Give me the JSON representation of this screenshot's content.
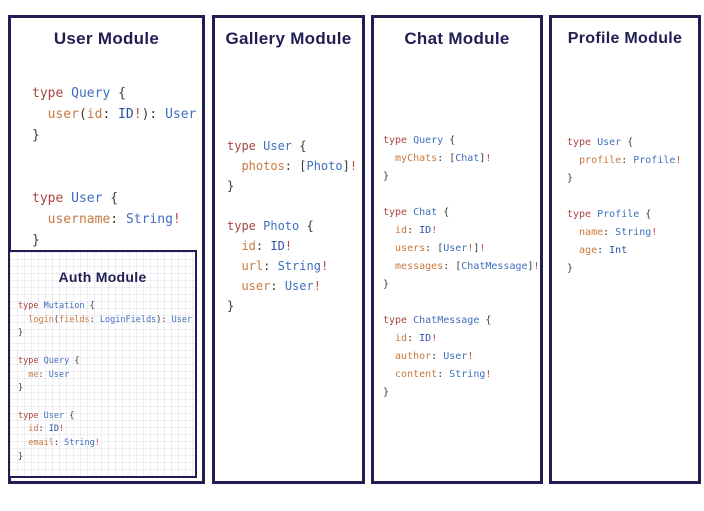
{
  "colors": {
    "navy": "#201e52",
    "keyword": "#a94440",
    "type": "#3f6fbe",
    "scalar": "#2d51a3",
    "field": "#c8793f",
    "punct": "#3b3b3b",
    "bang": "#c04b42"
  },
  "modules": [
    {
      "key": "user",
      "title": "User Module",
      "code": [
        [
          [
            "k",
            "type "
          ],
          [
            "t",
            "Query "
          ],
          [
            "p",
            "{"
          ]
        ],
        [
          [
            "f",
            "  user"
          ],
          [
            "p",
            "("
          ],
          [
            "f",
            "id"
          ],
          [
            "p",
            ": "
          ],
          [
            "s",
            "ID"
          ],
          [
            "b",
            "!"
          ],
          [
            "p",
            "): "
          ],
          [
            "t",
            "User"
          ]
        ],
        [
          [
            "p",
            "}"
          ]
        ],
        [],
        [],
        [
          [
            "k",
            "type "
          ],
          [
            "t",
            "User "
          ],
          [
            "p",
            "{"
          ]
        ],
        [
          [
            "f",
            "  username"
          ],
          [
            "p",
            ": "
          ],
          [
            "t",
            "String"
          ],
          [
            "b",
            "!"
          ]
        ],
        [
          [
            "p",
            "}"
          ]
        ]
      ]
    },
    {
      "key": "gallery",
      "title": "Gallery Module",
      "code": [
        [
          [
            "k",
            "type "
          ],
          [
            "t",
            "User "
          ],
          [
            "p",
            "{"
          ]
        ],
        [
          [
            "f",
            "  photos"
          ],
          [
            "p",
            ": ["
          ],
          [
            "t",
            "Photo"
          ],
          [
            "p",
            "]"
          ],
          [
            "b",
            "!"
          ]
        ],
        [
          [
            "p",
            "}"
          ]
        ],
        [],
        [
          [
            "k",
            "type "
          ],
          [
            "t",
            "Photo "
          ],
          [
            "p",
            "{"
          ]
        ],
        [
          [
            "f",
            "  id"
          ],
          [
            "p",
            ": "
          ],
          [
            "s",
            "ID"
          ],
          [
            "b",
            "!"
          ]
        ],
        [
          [
            "f",
            "  url"
          ],
          [
            "p",
            ": "
          ],
          [
            "t",
            "String"
          ],
          [
            "b",
            "!"
          ]
        ],
        [
          [
            "f",
            "  user"
          ],
          [
            "p",
            ": "
          ],
          [
            "t",
            "User"
          ],
          [
            "b",
            "!"
          ]
        ],
        [
          [
            "p",
            "}"
          ]
        ]
      ]
    },
    {
      "key": "chat",
      "title": "Chat Module",
      "code": [
        [
          [
            "k",
            "type "
          ],
          [
            "t",
            "Query "
          ],
          [
            "p",
            "{"
          ]
        ],
        [
          [
            "f",
            "  myChats"
          ],
          [
            "p",
            ": ["
          ],
          [
            "t",
            "Chat"
          ],
          [
            "p",
            "]"
          ],
          [
            "b",
            "!"
          ]
        ],
        [
          [
            "p",
            "}"
          ]
        ],
        [],
        [
          [
            "k",
            "type "
          ],
          [
            "t",
            "Chat "
          ],
          [
            "p",
            "{"
          ]
        ],
        [
          [
            "f",
            "  id"
          ],
          [
            "p",
            ": "
          ],
          [
            "s",
            "ID"
          ],
          [
            "b",
            "!"
          ]
        ],
        [
          [
            "f",
            "  users"
          ],
          [
            "p",
            ": ["
          ],
          [
            "t",
            "User"
          ],
          [
            "b",
            "!"
          ],
          [
            "p",
            "]"
          ],
          [
            "b",
            "!"
          ]
        ],
        [
          [
            "f",
            "  messages"
          ],
          [
            "p",
            ": ["
          ],
          [
            "t",
            "ChatMessage"
          ],
          [
            "p",
            "]"
          ],
          [
            "b",
            "!"
          ]
        ],
        [
          [
            "p",
            "}"
          ]
        ],
        [],
        [
          [
            "k",
            "type "
          ],
          [
            "t",
            "ChatMessage "
          ],
          [
            "p",
            "{"
          ]
        ],
        [
          [
            "f",
            "  id"
          ],
          [
            "p",
            ": "
          ],
          [
            "s",
            "ID"
          ],
          [
            "b",
            "!"
          ]
        ],
        [
          [
            "f",
            "  author"
          ],
          [
            "p",
            ": "
          ],
          [
            "t",
            "User"
          ],
          [
            "b",
            "!"
          ]
        ],
        [
          [
            "f",
            "  content"
          ],
          [
            "p",
            ": "
          ],
          [
            "t",
            "String"
          ],
          [
            "b",
            "!"
          ]
        ],
        [
          [
            "p",
            "}"
          ]
        ]
      ]
    },
    {
      "key": "profile",
      "title": "Profile Module",
      "code": [
        [
          [
            "k",
            "type "
          ],
          [
            "t",
            "User "
          ],
          [
            "p",
            "{"
          ]
        ],
        [
          [
            "f",
            "  profile"
          ],
          [
            "p",
            ": "
          ],
          [
            "t",
            "Profile"
          ],
          [
            "b",
            "!"
          ]
        ],
        [
          [
            "p",
            "}"
          ]
        ],
        [],
        [
          [
            "k",
            "type "
          ],
          [
            "t",
            "Profile "
          ],
          [
            "p",
            "{"
          ]
        ],
        [
          [
            "f",
            "  name"
          ],
          [
            "p",
            ": "
          ],
          [
            "t",
            "String"
          ],
          [
            "b",
            "!"
          ]
        ],
        [
          [
            "f",
            "  age"
          ],
          [
            "p",
            ": "
          ],
          [
            "s",
            "Int"
          ]
        ],
        [
          [
            "p",
            "}"
          ]
        ]
      ]
    },
    {
      "key": "auth",
      "title": "Auth Module",
      "code": [
        [
          [
            "k",
            "type "
          ],
          [
            "t",
            "Mutation "
          ],
          [
            "p",
            "{"
          ]
        ],
        [
          [
            "f",
            "  login"
          ],
          [
            "p",
            "("
          ],
          [
            "f",
            "fields"
          ],
          [
            "p",
            ": "
          ],
          [
            "t",
            "LoginFields"
          ],
          [
            "p",
            "): "
          ],
          [
            "t",
            "User"
          ]
        ],
        [
          [
            "p",
            "}"
          ]
        ],
        [],
        [
          [
            "k",
            "type "
          ],
          [
            "t",
            "Query "
          ],
          [
            "p",
            "{"
          ]
        ],
        [
          [
            "f",
            "  me"
          ],
          [
            "p",
            ": "
          ],
          [
            "t",
            "User"
          ]
        ],
        [
          [
            "p",
            "}"
          ]
        ],
        [],
        [
          [
            "k",
            "type "
          ],
          [
            "t",
            "User "
          ],
          [
            "p",
            "{"
          ]
        ],
        [
          [
            "f",
            "  id"
          ],
          [
            "p",
            ": "
          ],
          [
            "s",
            "ID"
          ],
          [
            "b",
            "!"
          ]
        ],
        [
          [
            "f",
            "  email"
          ],
          [
            "p",
            ": "
          ],
          [
            "t",
            "String"
          ],
          [
            "b",
            "!"
          ]
        ],
        [
          [
            "p",
            "}"
          ]
        ]
      ]
    }
  ]
}
